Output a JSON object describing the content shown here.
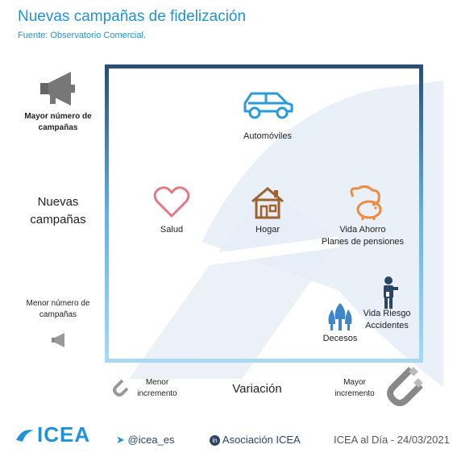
{
  "header": {
    "title": "Nuevas campañas de fidelización",
    "source": "Fuente: Observatorio Comercial."
  },
  "axes": {
    "y_label": "Nuevas campañas",
    "y_top": "Mayor número de campañas",
    "y_bottom": "Menor número de campañas",
    "x_label": "Variación",
    "x_left": "Menor incremento",
    "x_right": "Mayor incremento"
  },
  "items": {
    "automoviles": "Automóviles",
    "salud": "Salud",
    "hogar": "Hogar",
    "vida_ahorro_1": "Vida Ahorro",
    "vida_ahorro_2": "Planes de pensiones",
    "vida_riesgo_1": "Vida Riesgo",
    "vida_riesgo_2": "Accidentes",
    "decesos": "Decesos"
  },
  "footer": {
    "logo": "ICEA",
    "twitter": "@icea_es",
    "linkedin": "Asociación ICEA",
    "date": "ICEA al Día - 24/03/2021"
  },
  "colors": {
    "accent_blue": "#1f93d6",
    "car": "#2a9bd8",
    "heart": "#e07a86",
    "house": "#a0622d",
    "piggy": "#f08a3c",
    "tree": "#3f86c6",
    "person": "#2a4566"
  }
}
